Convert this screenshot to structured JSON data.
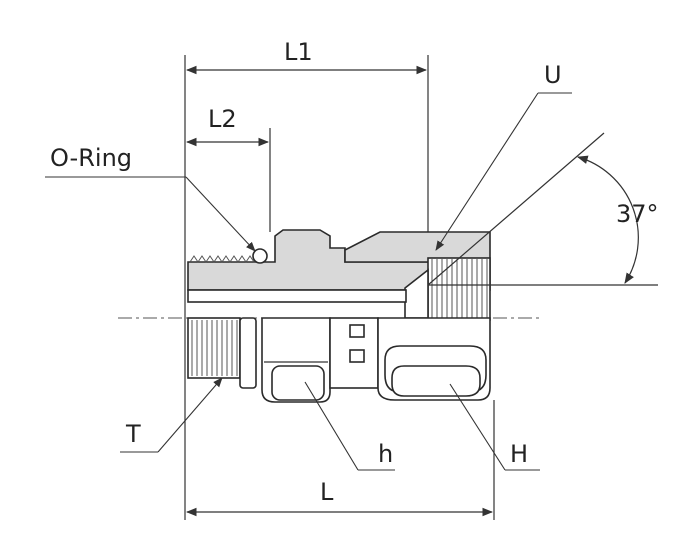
{
  "labels": {
    "l1": "L1",
    "l2": "L2",
    "oring": "O-Ring",
    "u": "U",
    "angle": "37°",
    "t": "T",
    "h_small": "h",
    "h_large": "H",
    "l": "L"
  },
  "colors": {
    "body_fill": "#d9d9d9",
    "line": "#2a2a2a"
  }
}
